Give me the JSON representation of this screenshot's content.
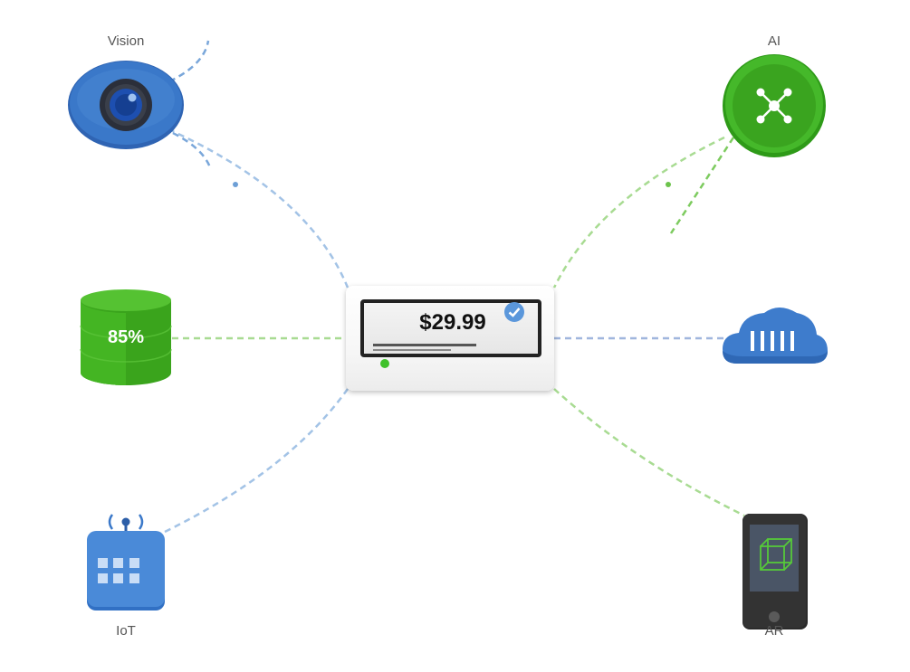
{
  "center_tag": {
    "price": "$29.99"
  },
  "nodes": {
    "vision": {
      "label": "Vision",
      "icon": "eye-camera-icon",
      "color": "#3a78c9"
    },
    "ai": {
      "label": "AI",
      "icon": "network-nodes-icon",
      "color": "#3fb323"
    },
    "database": {
      "value": "85%",
      "icon": "database-cylinder-icon",
      "color": "#43b41f"
    },
    "cloud": {
      "icon": "cloud-icon",
      "color": "#3e7ccc"
    },
    "iot": {
      "label": "IoT",
      "icon": "iot-chip-icon",
      "color": "#3c7fd4"
    },
    "ar": {
      "label": "AR",
      "icon": "phone-ar-cube-icon",
      "color": "#2b2b2b"
    }
  },
  "colors": {
    "blue_connector": "#9fc0e3",
    "green_connector": "#a8db92",
    "accent_green": "#3fc12b",
    "accent_blue": "#5b97db"
  }
}
